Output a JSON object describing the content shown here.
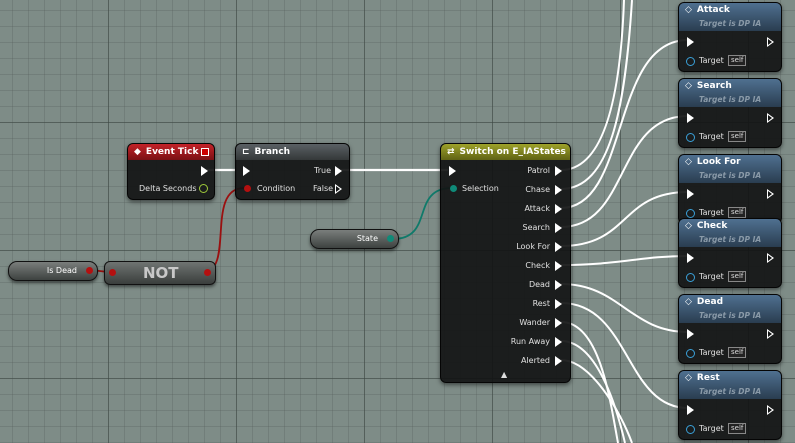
{
  "event_tick": {
    "title": "Event Tick",
    "delta_label": "Delta Seconds"
  },
  "branch": {
    "title": "Branch",
    "condition_label": "Condition",
    "true_label": "True",
    "false_label": "False"
  },
  "switch": {
    "title": "Switch on E_IAStates",
    "selection_label": "Selection",
    "outputs": [
      "Patrol",
      "Chase",
      "Attack",
      "Search",
      "Look For",
      "Check",
      "Dead",
      "Rest",
      "Wander",
      "Run Away",
      "Alerted"
    ]
  },
  "state_var": {
    "label": "State"
  },
  "is_dead_var": {
    "label": "Is Dead"
  },
  "not_node": {
    "label": "NOT"
  },
  "function_nodes": {
    "subtitle": "Target is DP IA",
    "target_label": "Target",
    "self_label": "self",
    "titles": [
      "Attack",
      "Search",
      "Look For",
      "Check",
      "Dead",
      "Rest"
    ]
  },
  "colors": {
    "event_header": "#a8181c",
    "branch_header": "#4a4f52",
    "switch_header": "#7f821e",
    "function_header": "#4d6c89",
    "bool_wire": "#9a1010",
    "enum_wire": "#0f7a6a",
    "exec_wire": "#ffffff"
  }
}
